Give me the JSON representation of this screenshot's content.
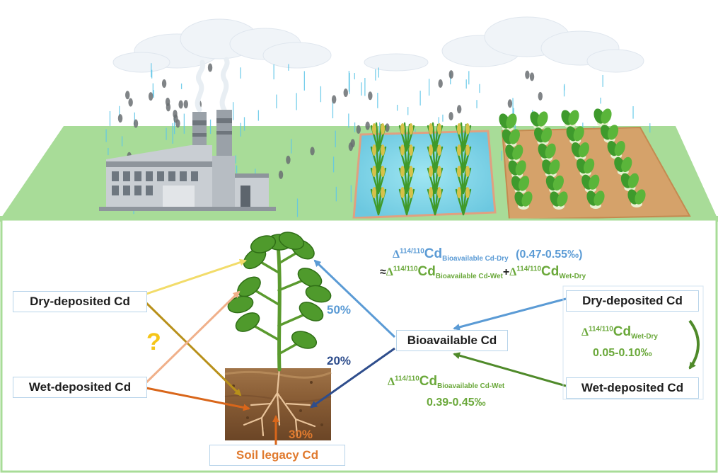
{
  "boxes": {
    "dry_left": "Dry-deposited Cd",
    "wet_left": "Wet-deposited Cd",
    "bioavailable": "Bioavailable Cd",
    "dry_right": "Dry-deposited Cd",
    "wet_right": "Wet-deposited Cd",
    "soil_legacy": "Soil legacy Cd"
  },
  "percentages": {
    "p50": "50%",
    "p20": "20%",
    "p30": "30%"
  },
  "question_mark": "?",
  "formula_top": {
    "delta": "Δ",
    "mass": "114/110",
    "cd": "Cd",
    "sub1": "Bioavailable Cd-Dry",
    "range1": "(0.47-0.55‰)",
    "approx": "≈",
    "sub2": "Bioavailable Cd-Wet",
    "plus": "+",
    "sub3": "Wet-Dry"
  },
  "formula_wetdry": {
    "sub": "Wet-Dry",
    "range": "0.05-0.10‰"
  },
  "formula_bio_wet": {
    "sub": "Bioavailable Cd-Wet",
    "range": "0.39-0.45‰"
  },
  "colors": {
    "blue": "#5b9bd5",
    "dark_blue": "#2e4d8c",
    "green": "#5a9a30",
    "yellow": "#f2dc6a",
    "gold": "#c9a11a",
    "salmon": "#f0b08a",
    "orange": "#d9661a",
    "field": "#a8dc98",
    "water": "#7fd4e8"
  },
  "icons": [
    "factory-icon",
    "cloud-icon",
    "rice-plant-icon",
    "vegetable-plant-icon",
    "seedling-icon",
    "soil-icon"
  ]
}
